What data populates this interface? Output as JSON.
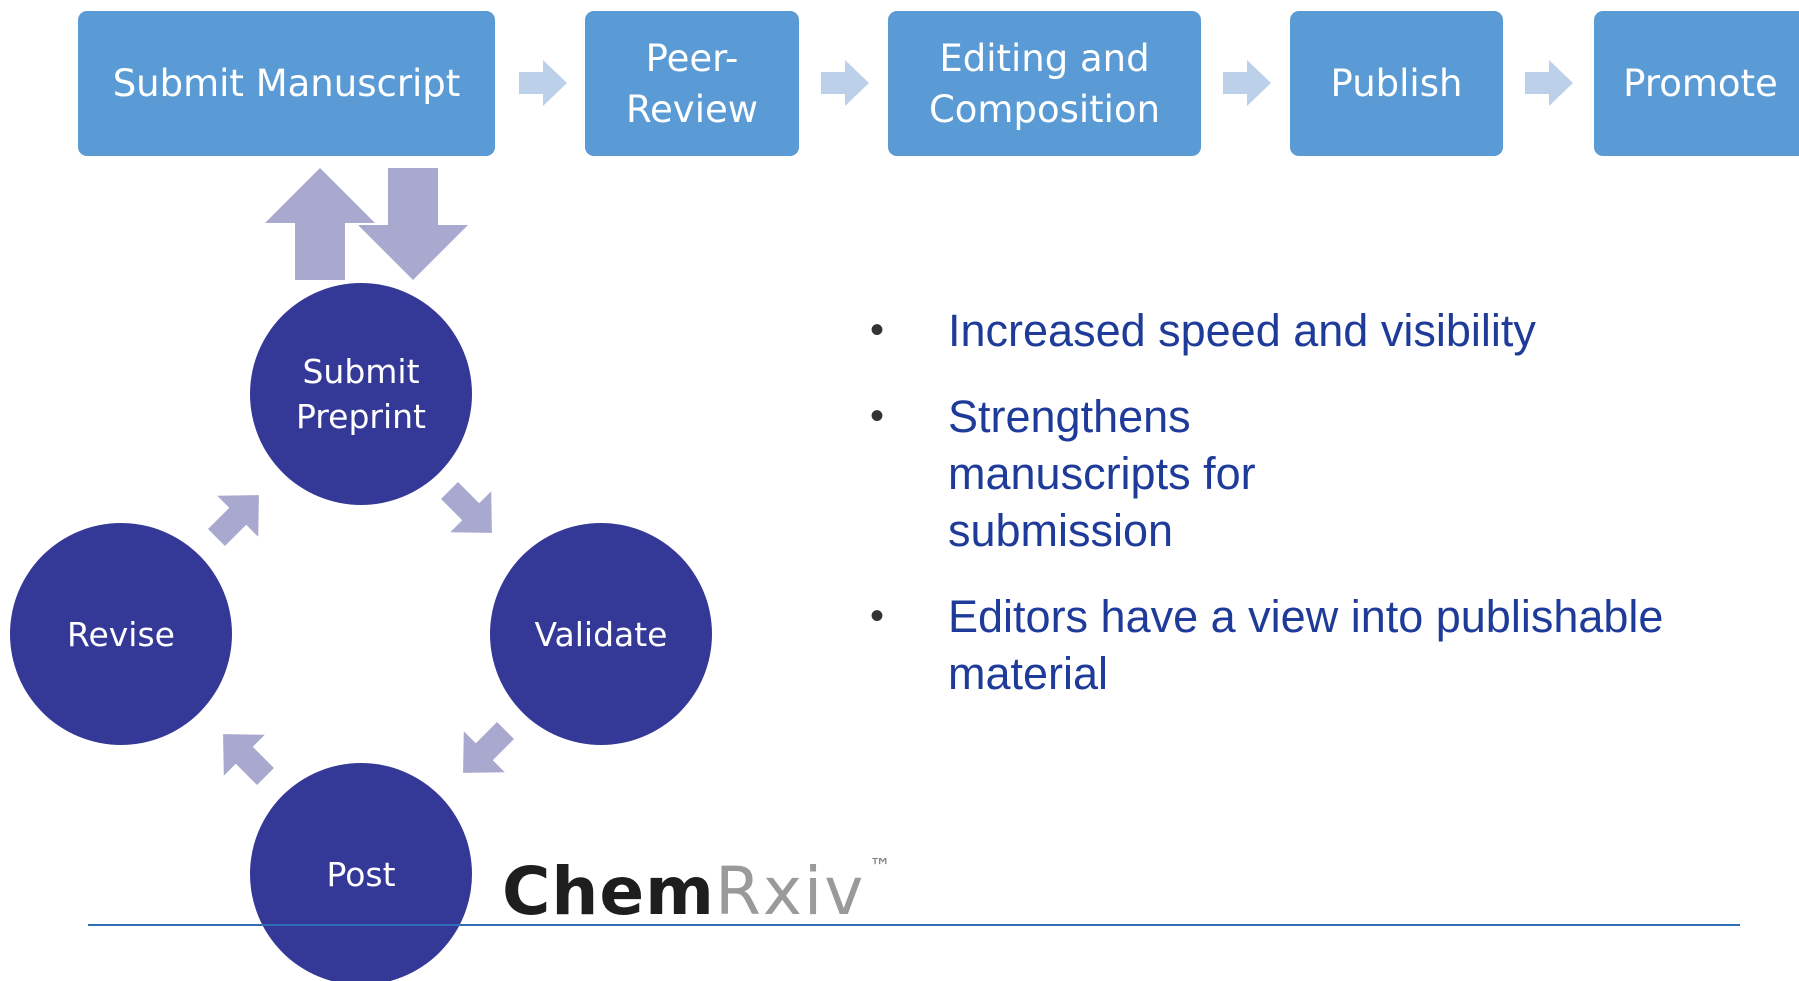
{
  "process_steps": [
    {
      "label": "Submit Manuscript"
    },
    {
      "label": "Peer-\nReview"
    },
    {
      "label": "Editing and\nComposition"
    },
    {
      "label": "Publish"
    },
    {
      "label": "Promote"
    }
  ],
  "cycle_nodes": [
    {
      "label": "Submit\nPreprint"
    },
    {
      "label": "Validate"
    },
    {
      "label": "Post"
    },
    {
      "label": "Revise"
    }
  ],
  "benefits": [
    "Increased speed and visibility",
    "Strengthens manuscripts for submission",
    "Editors have a view into publishable material"
  ],
  "bullet_glyph": "•",
  "logo": {
    "bold": "Chem",
    "light": "Rxiv",
    "tm": "™"
  },
  "colors": {
    "step_box": "#5b9bd5",
    "chevron": "#bdd0ea",
    "cycle_node": "#343896",
    "cycle_arrow": "#a9a9cf",
    "bullet_text": "#1f3b9a",
    "rule": "#2e6fb8"
  }
}
